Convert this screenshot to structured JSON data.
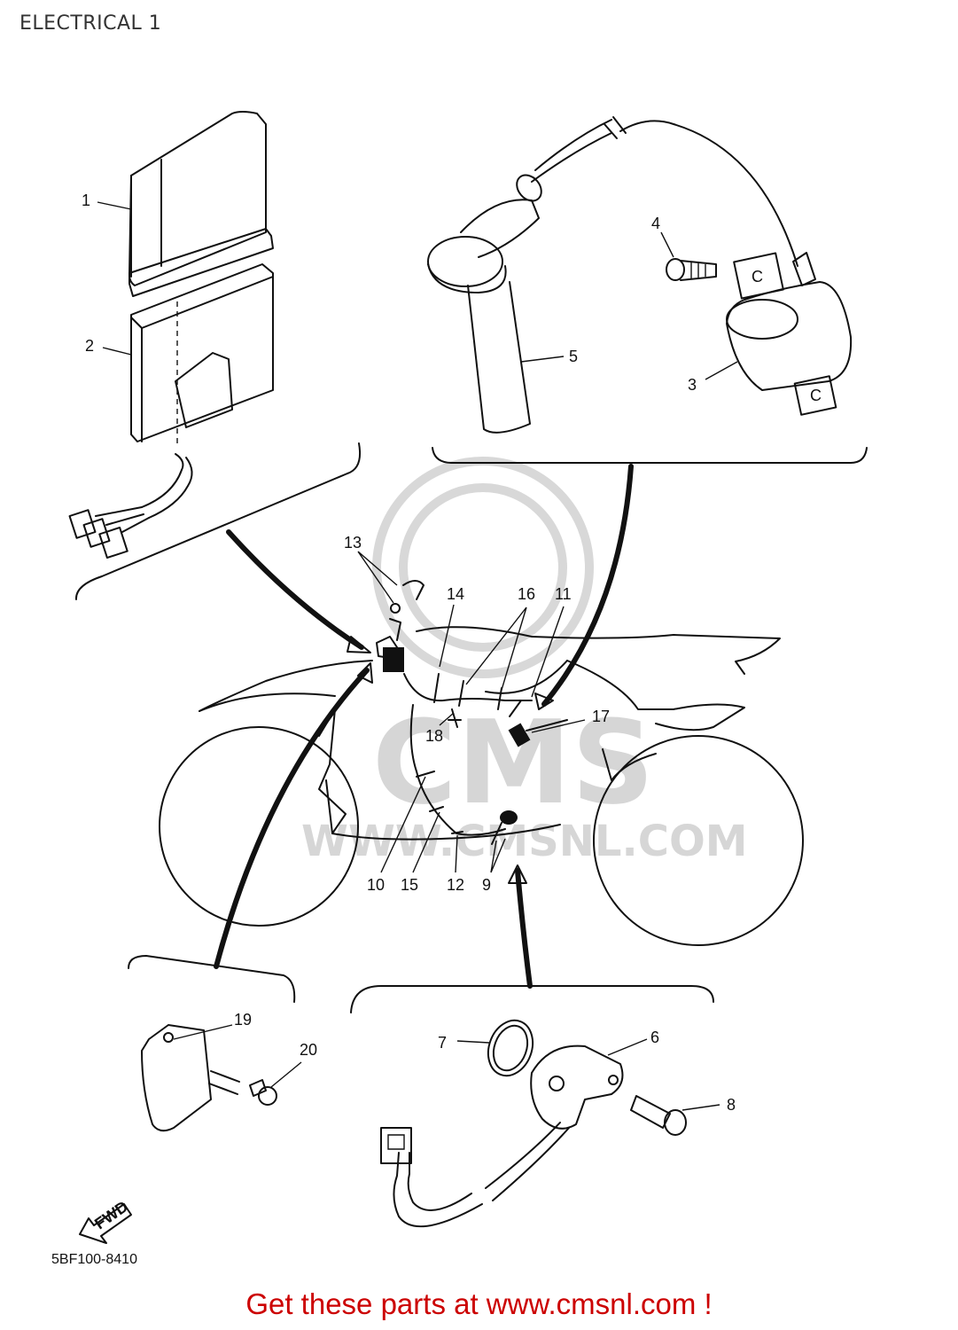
{
  "title": "ELECTRICAL 1",
  "diagram_ref": "5BF100-8410",
  "promo": {
    "text": "Get these parts at www.cmsnl.com !",
    "color": "#cc0000"
  },
  "watermark": {
    "brand": "CMS",
    "site": "WWW.CMSNL.COM"
  },
  "fwd_label": "FWD",
  "coil_mark": "C",
  "callouts": [
    {
      "id": "c1",
      "label": "1"
    },
    {
      "id": "c2",
      "label": "2"
    },
    {
      "id": "c3",
      "label": "3"
    },
    {
      "id": "c4",
      "label": "4"
    },
    {
      "id": "c5",
      "label": "5"
    },
    {
      "id": "c6",
      "label": "6"
    },
    {
      "id": "c7",
      "label": "7"
    },
    {
      "id": "c8",
      "label": "8"
    },
    {
      "id": "c9",
      "label": "9"
    },
    {
      "id": "c10",
      "label": "10"
    },
    {
      "id": "c11",
      "label": "11"
    },
    {
      "id": "c12",
      "label": "12"
    },
    {
      "id": "c13",
      "label": "13"
    },
    {
      "id": "c14",
      "label": "14"
    },
    {
      "id": "c15",
      "label": "15"
    },
    {
      "id": "c16",
      "label": "16"
    },
    {
      "id": "c17",
      "label": "17"
    },
    {
      "id": "c18",
      "label": "18"
    },
    {
      "id": "c19",
      "label": "19"
    },
    {
      "id": "c20",
      "label": "20"
    }
  ]
}
